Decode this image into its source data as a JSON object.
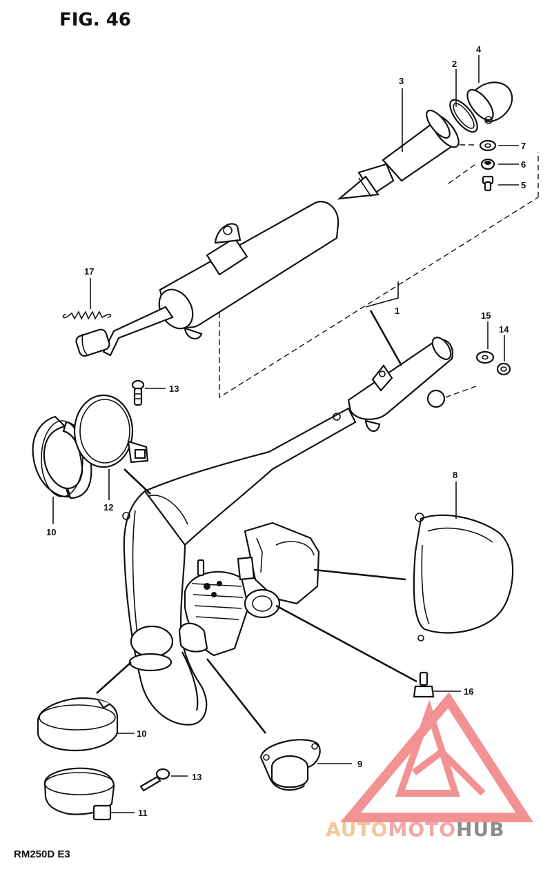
{
  "figure": {
    "title": "FIG. 46",
    "model_code": "RM250D E3"
  },
  "callouts": [
    {
      "id": "c1",
      "label": "1"
    },
    {
      "id": "c2",
      "label": "2"
    },
    {
      "id": "c3",
      "label": "3"
    },
    {
      "id": "c4",
      "label": "4"
    },
    {
      "id": "c5",
      "label": "5"
    },
    {
      "id": "c6",
      "label": "6"
    },
    {
      "id": "c7",
      "label": "7"
    },
    {
      "id": "c8",
      "label": "8"
    },
    {
      "id": "c9",
      "label": "9"
    },
    {
      "id": "c10a",
      "label": "10"
    },
    {
      "id": "c10b",
      "label": "10"
    },
    {
      "id": "c11",
      "label": "11"
    },
    {
      "id": "c12",
      "label": "12"
    },
    {
      "id": "c13a",
      "label": "13"
    },
    {
      "id": "c13b",
      "label": "13"
    },
    {
      "id": "c14",
      "label": "14"
    },
    {
      "id": "c15",
      "label": "15"
    },
    {
      "id": "c16",
      "label": "16"
    },
    {
      "id": "c17",
      "label": "17"
    }
  ],
  "watermark": {
    "part1": "AUTO",
    "part2": "MOTO",
    "part3": "HUB",
    "colors": {
      "triangle": "#f08080",
      "auto": "#f2c79a",
      "moto": "#f0a8a8",
      "hub": "#8d8d8d"
    }
  }
}
